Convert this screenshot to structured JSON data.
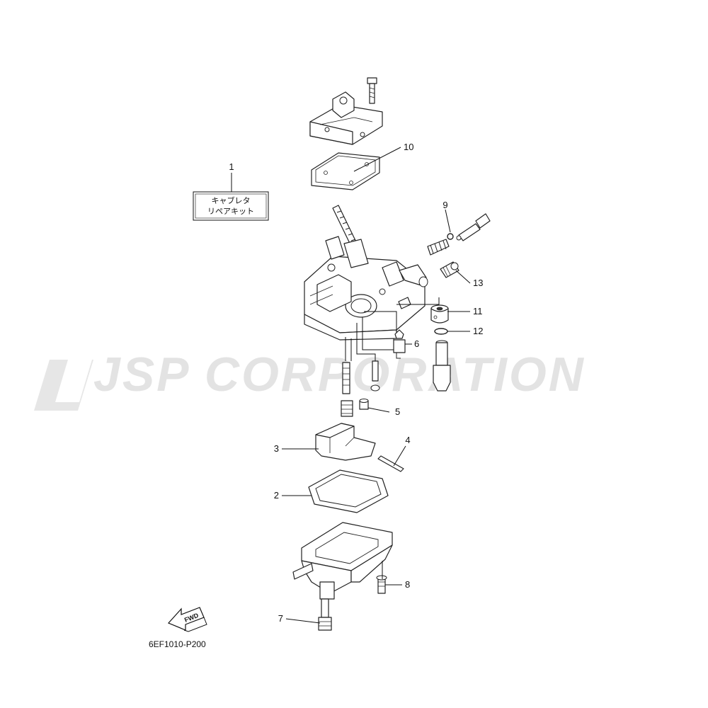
{
  "watermark": {
    "text": "JSP CORPORATION"
  },
  "kit_label": {
    "line1": "キャブレタ",
    "line2": "リペアキット"
  },
  "callouts": {
    "c1": "1",
    "c2": "2",
    "c3": "3",
    "c4": "4",
    "c5": "5",
    "c6": "6",
    "c7": "7",
    "c8": "8",
    "c9": "9",
    "c10": "10",
    "c11": "11",
    "c12": "12",
    "c13": "13"
  },
  "fwd_arrow": {
    "label": "FWD"
  },
  "reference_code": "6EF1010-P200"
}
